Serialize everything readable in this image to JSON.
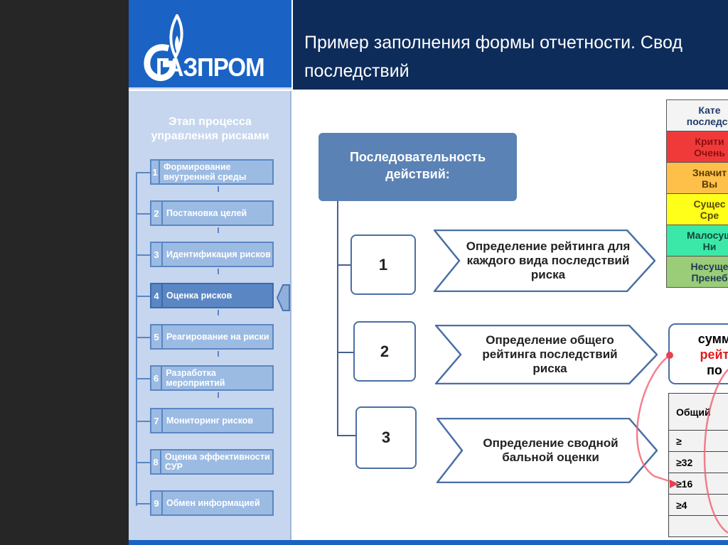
{
  "logo": {
    "text": "ГАЗПРОМ"
  },
  "header": {
    "title_line1": "Пример заполнения формы отчетности. Свод",
    "title_line2": "последствий"
  },
  "sidebar": {
    "heading_line1": "Этап процесса",
    "heading_line2": "управления рисками",
    "steps": [
      {
        "n": "1",
        "label": "Формирование внутренней среды"
      },
      {
        "n": "2",
        "label": "Постановка целей"
      },
      {
        "n": "3",
        "label": "Идентификация рисков"
      },
      {
        "n": "4",
        "label": "Оценка рисков"
      },
      {
        "n": "5",
        "label": "Реагирование на риски"
      },
      {
        "n": "6",
        "label": "Разработка мероприятий"
      },
      {
        "n": "7",
        "label": "Мониторинг рисков"
      },
      {
        "n": "8",
        "label": "Оценка эффективности СУР"
      },
      {
        "n": "9",
        "label": "Обмен информацией"
      }
    ],
    "active_step": "4"
  },
  "sequence": {
    "title": "Последовательность действий:",
    "items": [
      {
        "n": "1",
        "text": "Определение рейтинга для каждого вида последствий риска"
      },
      {
        "n": "2",
        "text": "Определение общего рейтинга последствий риска"
      },
      {
        "n": "3",
        "text": "Определение сводной бальной оценки"
      }
    ]
  },
  "sum_box": {
    "line1": "сумм",
    "line2": "рейт",
    "line3": "по"
  },
  "category_table": {
    "header": [
      "Кате",
      "последст"
    ],
    "rows": [
      {
        "l1": "Крити",
        "l2": "Очень",
        "color": "#f03a3a",
        "text_color": "#8b1010"
      },
      {
        "l1": "Значит",
        "l2": "Вы",
        "color": "#ffc04a",
        "text_color": "#5a3a00"
      },
      {
        "l1": "Сущес",
        "l2": "Сре",
        "color": "#ffff1a",
        "text_color": "#5a4a00"
      },
      {
        "l1": "Малосущ",
        "l2": "Ни",
        "color": "#3ce8a8",
        "text_color": "#0d4a3a"
      },
      {
        "l1": "Несуще",
        "l2": "Пренеб",
        "color": "#9bcc78",
        "text_color": "#1e3a55"
      }
    ]
  },
  "total_table": {
    "header": "Общий",
    "rows": [
      "≥",
      "≥32",
      "≥16",
      "≥4",
      ""
    ]
  }
}
